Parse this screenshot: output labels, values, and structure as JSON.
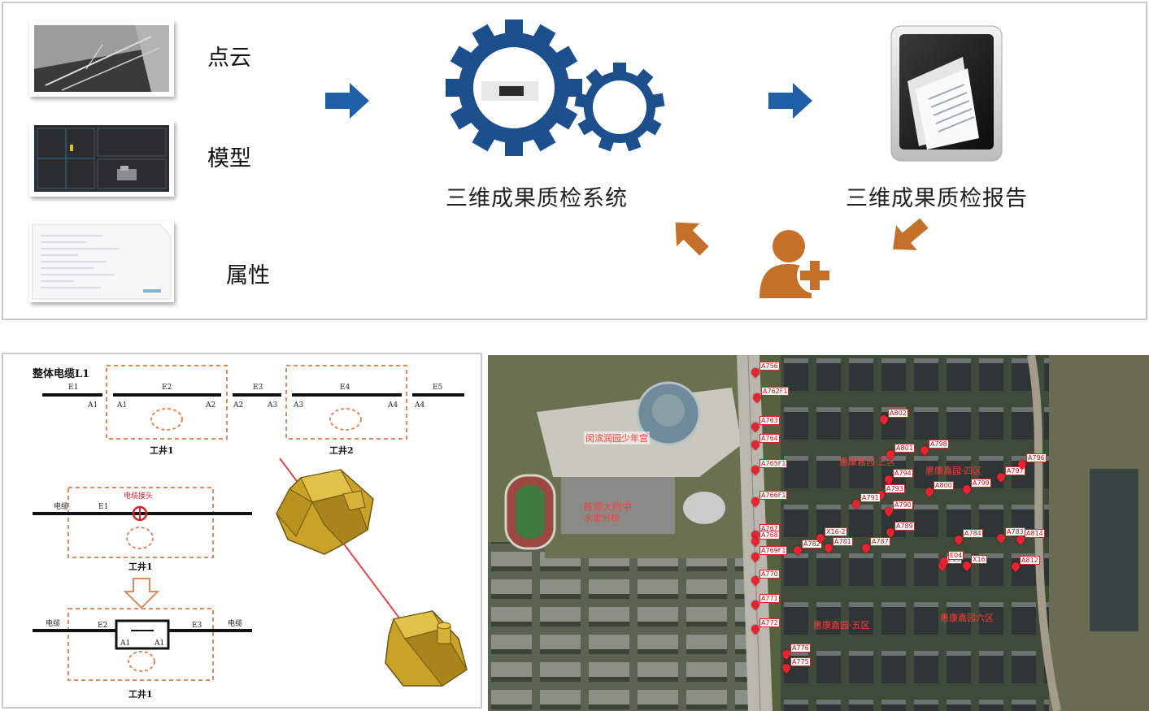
{
  "workflow": {
    "inputs": [
      {
        "label": "点云",
        "icon": "point-cloud-image"
      },
      {
        "label": "模型",
        "icon": "3d-model-image"
      },
      {
        "label": "属性",
        "icon": "attribute-document-image"
      }
    ],
    "system_label": "三维成果质检系统",
    "report_label": "三维成果质检报告",
    "colors": {
      "arrow_blue": "#1f5fa6",
      "gear_blue": "#1c4f8c",
      "feedback_orange": "#c4702a"
    }
  },
  "cable_diagram": {
    "title": "整体电缆L1",
    "row1_segments": [
      "E1",
      "E2",
      "E3",
      "E4",
      "E5"
    ],
    "row1_nodes": [
      "A1",
      "A1",
      "A2",
      "A2",
      "A3",
      "A3",
      "A4",
      "A4"
    ],
    "row1_wells": [
      "工井1",
      "工井2"
    ],
    "row2_left_label": "电缆",
    "row2_segment": "E1",
    "joint_label": "电缆接头",
    "row2_well": "工井1",
    "row3_left_label": "电缆",
    "row3_right_label": "电缆",
    "row3_segments": [
      "E2",
      "E3"
    ],
    "row3_nodes": [
      "A1",
      "A1"
    ],
    "row3_well": "工井1"
  },
  "map": {
    "area_labels": [
      "闵滨润园少年宫",
      "首师大附中",
      "永定分校",
      "惠康嘉园·三区",
      "惠康嘉园·四区",
      "惠康嘉园·五区",
      "惠康嘉园六区"
    ],
    "point_tags": [
      "A756",
      "A762F1",
      "A763",
      "A764",
      "A765F1",
      "A766F1",
      "A767",
      "A768",
      "A769F1",
      "A770",
      "A771",
      "A772",
      "A776",
      "A775",
      "A802",
      "A801",
      "A798",
      "A797",
      "A796",
      "A794",
      "A793",
      "A791",
      "A790",
      "A789",
      "A800",
      "A799",
      "A787",
      "A784",
      "A783",
      "A781",
      "A782",
      "X16-2",
      "X16",
      "E13",
      "E04",
      "A814",
      "A812"
    ],
    "colors": {
      "marker": "#e8222e",
      "tag_bg": "#ffffff",
      "tag_text": "#c0101a"
    }
  }
}
